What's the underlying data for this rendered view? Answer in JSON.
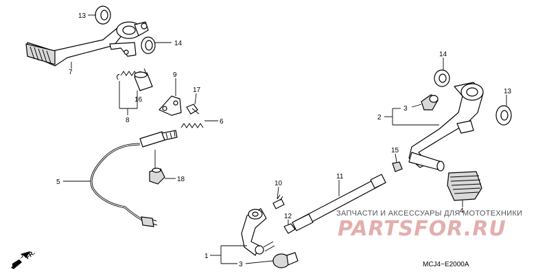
{
  "callouts": {
    "13": "13",
    "14": "14",
    "7": "7",
    "9": "9",
    "16": "16",
    "8": "8",
    "17": "17",
    "6": "6",
    "5": "5",
    "18": "18",
    "10": "10",
    "12": "12",
    "1": "1",
    "3": "3",
    "11": "11",
    "15": "15",
    "4": "4",
    "2": "2"
  },
  "front_arrow_label": "FR.",
  "watermark": {
    "title": "ЗАПЧАСТИ И АКСЕССУАРЫ ДЛЯ МОТОТЕХНИКИ",
    "logo": "PARTSFOR.RU"
  },
  "diagram_code": "MCJ4−E2000A"
}
